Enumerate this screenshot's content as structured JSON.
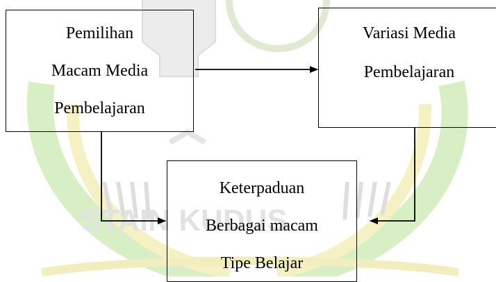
{
  "nodes": {
    "pemilihan": {
      "lines": [
        "Pemilihan",
        "Macam Media",
        "Pembelajaran"
      ]
    },
    "variasi": {
      "lines": [
        "Variasi Media",
        "Pembelajaran"
      ]
    },
    "keterpaduan": {
      "lines": [
        "Keterpaduan",
        "Berbagai macam",
        "Tipe Belajar"
      ]
    }
  },
  "watermark": {
    "text": "STAIN KUDUS",
    "colors": {
      "green": "#cfe9b8",
      "yellow": "#f3efb8",
      "gray": "#e3e3e3"
    }
  },
  "edges": [
    {
      "from": "pemilihan",
      "to": "variasi"
    },
    {
      "from": "pemilihan",
      "to": "keterpaduan"
    },
    {
      "from": "variasi",
      "to": "keterpaduan"
    }
  ],
  "colors": {
    "line": "#000000",
    "text": "#000000",
    "background": "#ffffff"
  }
}
